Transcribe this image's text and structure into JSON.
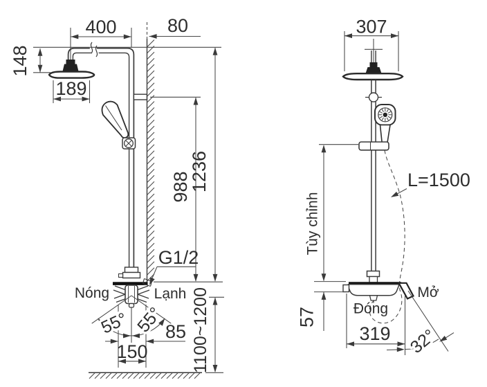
{
  "drawing": {
    "type": "shower-column-installation-diagram",
    "views": {
      "front": {
        "labels": {
          "hot": "Nóng",
          "cold": "Lạnh",
          "thread": "G1/2"
        },
        "dimensions": {
          "arm_reach": "400",
          "wall_offset": "80",
          "head_drop": "148",
          "head_width": "189",
          "bracket_to_valve": "988",
          "arm_to_valve": "1236",
          "install_height": "1100~1200",
          "inlet_spacing": "150",
          "valve_offset": "85",
          "angle_left": "55°",
          "angle_right": "55°"
        }
      },
      "side": {
        "labels": {
          "open": "Mở",
          "close": "Đóng",
          "adjustable": "Tùy chỉnh",
          "hose_length": "L=1500"
        },
        "dimensions": {
          "head_diameter": "307",
          "body_height": "57",
          "body_length": "319",
          "lever_angle": "32°"
        }
      }
    },
    "colors": {
      "line": "#3a3a3a",
      "text": "#2e2e2e",
      "background": "#ffffff"
    }
  }
}
